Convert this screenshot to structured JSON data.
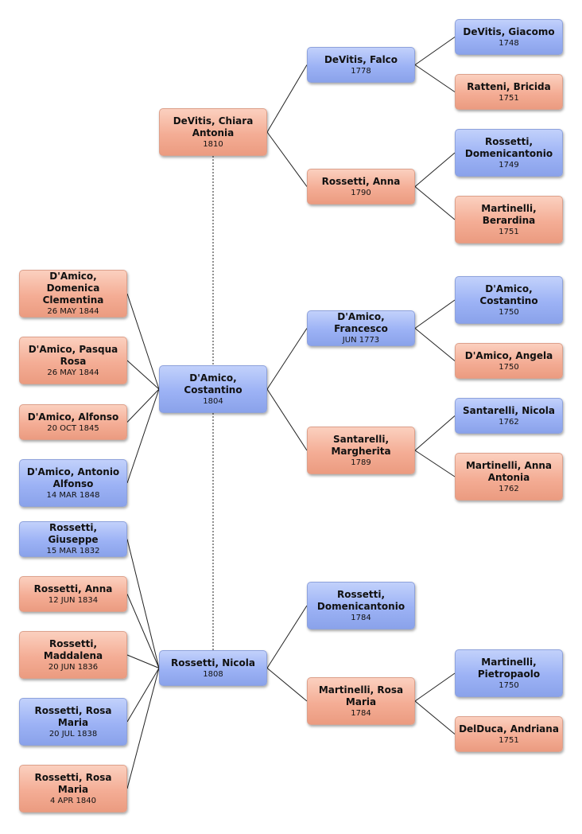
{
  "people": [
    {
      "id": "chiara",
      "name": "DeVitis, Chiara Antonia",
      "date": "1810",
      "sex": "f"
    },
    {
      "id": "costantino",
      "name": "D'Amico, Costantino",
      "date": "1804",
      "sex": "m"
    },
    {
      "id": "nicola",
      "name": "Rossetti, Nicola",
      "date": "1808",
      "sex": "m"
    },
    {
      "id": "falco",
      "name": "DeVitis, Falco",
      "date": "1778",
      "sex": "m"
    },
    {
      "id": "anna1790",
      "name": "Rossetti, Anna",
      "date": "1790",
      "sex": "f"
    },
    {
      "id": "francesco",
      "name": "D'Amico, Francesco",
      "date": "JUN 1773",
      "sex": "m"
    },
    {
      "id": "margherita",
      "name": "Santarelli, Margherita",
      "date": "1789",
      "sex": "f"
    },
    {
      "id": "domenicantonio1784",
      "name": "Rossetti, Domenicantonio",
      "date": "1784",
      "sex": "m"
    },
    {
      "id": "rosamaria1784",
      "name": "Martinelli, Rosa Maria",
      "date": "1784",
      "sex": "f"
    },
    {
      "id": "giacomo",
      "name": "DeVitis, Giacomo",
      "date": "1748",
      "sex": "m"
    },
    {
      "id": "bricida",
      "name": "Ratteni, Bricida",
      "date": "1751",
      "sex": "f"
    },
    {
      "id": "domenicantonio1749",
      "name": "Rossetti, Domenicantonio",
      "date": "1749",
      "sex": "m"
    },
    {
      "id": "berardina",
      "name": "Martinelli, Berardina",
      "date": "1751",
      "sex": "f"
    },
    {
      "id": "costantino1750",
      "name": "D'Amico, Costantino",
      "date": "1750",
      "sex": "m"
    },
    {
      "id": "angela",
      "name": "D'Amico, Angela",
      "date": "1750",
      "sex": "f"
    },
    {
      "id": "nicola1762",
      "name": "Santarelli, Nicola",
      "date": "1762",
      "sex": "m"
    },
    {
      "id": "annaantonia",
      "name": "Martinelli, Anna Antonia",
      "date": "1762",
      "sex": "f"
    },
    {
      "id": "pietropaolo",
      "name": "Martinelli, Pietropaolo",
      "date": "1750",
      "sex": "m"
    },
    {
      "id": "andriana",
      "name": "DelDuca, Andriana",
      "date": "1751",
      "sex": "f"
    },
    {
      "id": "domenica",
      "name": "D'Amico, Domenica Clementina",
      "date": "26 MAY 1844",
      "sex": "f"
    },
    {
      "id": "pasqua",
      "name": "D'Amico, Pasqua Rosa",
      "date": "26 MAY 1844",
      "sex": "f"
    },
    {
      "id": "alfonso",
      "name": "D'Amico, Alfonso",
      "date": "20 OCT 1845",
      "sex": "f"
    },
    {
      "id": "antonio",
      "name": "D'Amico, Antonio Alfonso",
      "date": "14 MAR 1848",
      "sex": "m"
    },
    {
      "id": "giuseppe",
      "name": "Rossetti, Giuseppe",
      "date": "15 MAR 1832",
      "sex": "m"
    },
    {
      "id": "anna1834",
      "name": "Rossetti, Anna",
      "date": "12 JUN 1834",
      "sex": "f"
    },
    {
      "id": "maddalena",
      "name": "Rossetti, Maddalena",
      "date": "20 JUN 1836",
      "sex": "f"
    },
    {
      "id": "rosamaria1838",
      "name": "Rossetti, Rosa Maria",
      "date": "20 JUL 1838",
      "sex": "m"
    },
    {
      "id": "rosamaria1840",
      "name": "Rossetti, Rosa Maria",
      "date": "4 APR 1840",
      "sex": "f"
    }
  ],
  "parent_links": [
    {
      "child": "chiara",
      "parent": "falco"
    },
    {
      "child": "chiara",
      "parent": "anna1790"
    },
    {
      "child": "costantino",
      "parent": "francesco"
    },
    {
      "child": "costantino",
      "parent": "margherita"
    },
    {
      "child": "nicola",
      "parent": "domenicantonio1784"
    },
    {
      "child": "nicola",
      "parent": "rosamaria1784"
    },
    {
      "child": "falco",
      "parent": "giacomo"
    },
    {
      "child": "falco",
      "parent": "bricida"
    },
    {
      "child": "anna1790",
      "parent": "domenicantonio1749"
    },
    {
      "child": "anna1790",
      "parent": "berardina"
    },
    {
      "child": "francesco",
      "parent": "costantino1750"
    },
    {
      "child": "francesco",
      "parent": "angela"
    },
    {
      "child": "margherita",
      "parent": "nicola1762"
    },
    {
      "child": "margherita",
      "parent": "annaantonia"
    },
    {
      "child": "rosamaria1784",
      "parent": "pietropaolo"
    },
    {
      "child": "rosamaria1784",
      "parent": "andriana"
    }
  ],
  "child_links": [
    {
      "parent": "costantino",
      "child": "domenica"
    },
    {
      "parent": "costantino",
      "child": "pasqua"
    },
    {
      "parent": "costantino",
      "child": "alfonso"
    },
    {
      "parent": "costantino",
      "child": "antonio"
    },
    {
      "parent": "nicola",
      "child": "giuseppe"
    },
    {
      "parent": "nicola",
      "child": "anna1834"
    },
    {
      "parent": "nicola",
      "child": "maddalena"
    },
    {
      "parent": "nicola",
      "child": "rosamaria1838"
    },
    {
      "parent": "nicola",
      "child": "rosamaria1840"
    }
  ],
  "marriage_links": [
    {
      "a": "chiara",
      "b": "costantino"
    },
    {
      "a": "costantino",
      "b": "nicola"
    }
  ],
  "colors": {
    "male": "#9cb2f5",
    "female": "#f4ad95",
    "line": "#222222"
  }
}
